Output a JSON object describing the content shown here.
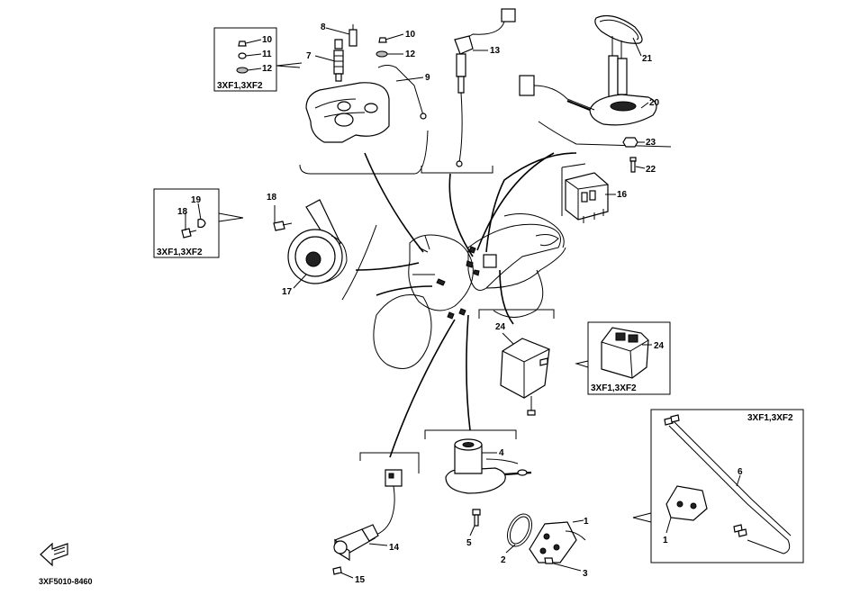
{
  "model_tags": {
    "box_top_left": "3XF1,3XF2",
    "box_left": "3XF1,3XF2",
    "box_mid_right": "3XF1,3XF2",
    "box_bottom_right": "3XF1,3XF2"
  },
  "callouts": {
    "n1a": "1",
    "n1b": "1",
    "n2": "2",
    "n3": "3",
    "n4": "4",
    "n5": "5",
    "n6": "6",
    "n7": "7",
    "n8": "8",
    "n9": "9",
    "n10a": "10",
    "n10b": "10",
    "n11": "11",
    "n12a": "12",
    "n12b": "12",
    "n13": "13",
    "n14": "14",
    "n15": "15",
    "n16": "16",
    "n17": "17",
    "n18a": "18",
    "n18b": "18",
    "n19": "19",
    "n20": "20",
    "n21": "21",
    "n22": "22",
    "n23": "23",
    "n24a": "24",
    "n24b": "24"
  },
  "footer": {
    "code": "3XF5010-8460"
  }
}
